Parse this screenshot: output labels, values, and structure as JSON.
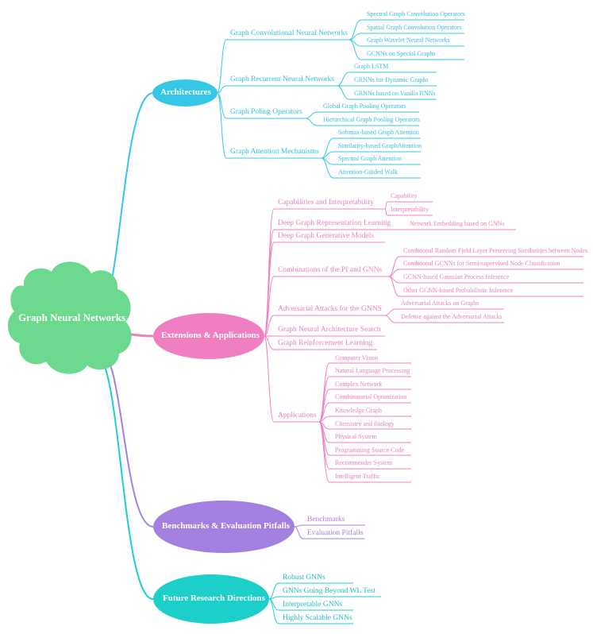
{
  "colors": {
    "root_fill": "#6cd98f",
    "architectures": "#35c8e6",
    "extensions": "#f07fc2",
    "benchmarks": "#a380e0",
    "future": "#1ccfc9"
  },
  "root": {
    "label": "Graph Neural Networks"
  },
  "architectures": {
    "label": "Architectures",
    "groups": [
      {
        "label": "Graph Convolutional Neural Networks",
        "items": [
          "Spectral Graph Convolution Operators",
          "Spatial Graph Convolution Operators",
          "Graph Wavelet Neural Networks",
          "GCNNs on Special Graphs"
        ]
      },
      {
        "label": "Graph Recurrent Neural Networks",
        "items": [
          "Graph LSTM",
          "GRNNs for Dynamic Graphs",
          "GRNNs based on Vanilla RNNs"
        ]
      },
      {
        "label": "Graph Poling Operators",
        "items": [
          "Global Graph Pooling Operators",
          "Hierarchical Graph Pooling Operators"
        ]
      },
      {
        "label": "Graph Attention Mechanisms",
        "items": [
          "Softmax-based Graph Attention",
          "Similarity-based GraphAttention",
          "Spectral Graph Attention",
          "Attention-Guided Walk"
        ]
      }
    ]
  },
  "extensions": {
    "label": "Extensions & Applications",
    "groups": [
      {
        "label": "Capabilities and Interpretability",
        "items": [
          "Capability",
          "Interpretability"
        ]
      },
      {
        "label": "Deep Graph Representation Learning",
        "items": [
          "Network Embedding based on GNNs"
        ]
      },
      {
        "label": "Deep Graph Generative Models",
        "items": []
      },
      {
        "label": "Combinations of the PI and GNNs",
        "items": [
          "Conditional Random Field Layer Preserving Similarities between Nodes",
          "Conditional GCNNs for Semi-supervised Node Classification",
          "GCNN-based Gaussian Process Inference",
          "Other GCNN-based Probabilistic Inference"
        ]
      },
      {
        "label": "Adversarial Attacks for the GNNS",
        "items": [
          "Adversarial Attacks on Graphs",
          "Defense against the Adversarial Attacks"
        ]
      },
      {
        "label": "Graph Neural Architecture Search",
        "items": []
      },
      {
        "label": "Graph Reinforcement Learning",
        "items": []
      },
      {
        "label": "Applications",
        "items": [
          "Computer Vision",
          "Natural Language Processing",
          "Complex Network",
          "Combinatorial Optimization",
          "Knowledge Graph",
          "Chemistry and Biology",
          "Physical System",
          "Programming Source Code",
          "Recommender System",
          "Intelligent Traffic"
        ]
      }
    ]
  },
  "benchmarks": {
    "label": "Benchmarks & Evaluation Pitfalls",
    "items": [
      "Benchmarks",
      "Evaluation Pitfalls"
    ]
  },
  "future": {
    "label": "Future Research Directions",
    "items": [
      "Robust GNNs",
      "GNNs Going Beyond WL Test",
      "Interpretable GNNs",
      "Highly Scalable GNNs"
    ]
  }
}
